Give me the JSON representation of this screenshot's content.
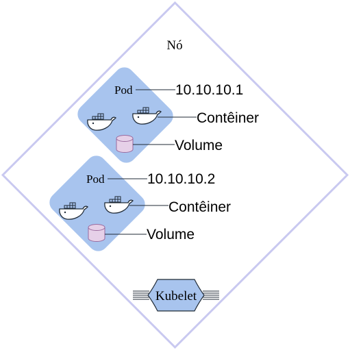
{
  "node": {
    "label": "Nó",
    "border_color": "#c9c9f0"
  },
  "pods": [
    {
      "label": "Pod",
      "ip": "10.10.10.1",
      "container_label": "Contêiner",
      "volume_label": "Volume",
      "icons": [
        "docker-whale-icon",
        "docker-whale-icon",
        "volume-cylinder-icon"
      ]
    },
    {
      "label": "Pod",
      "ip": "10.10.10.2",
      "container_label": "Contêiner",
      "volume_label": "Volume",
      "icons": [
        "docker-whale-icon",
        "docker-whale-icon",
        "volume-cylinder-icon"
      ]
    }
  ],
  "kubelet": {
    "label": "Kubelet"
  },
  "colors": {
    "pod_fill": "#a8c4ee",
    "volume_fill": "#e6d0e8",
    "volume_stroke": "#9a6a9e",
    "kubelet_fill": "#a8c4ee",
    "ink": "#1f2a36"
  }
}
